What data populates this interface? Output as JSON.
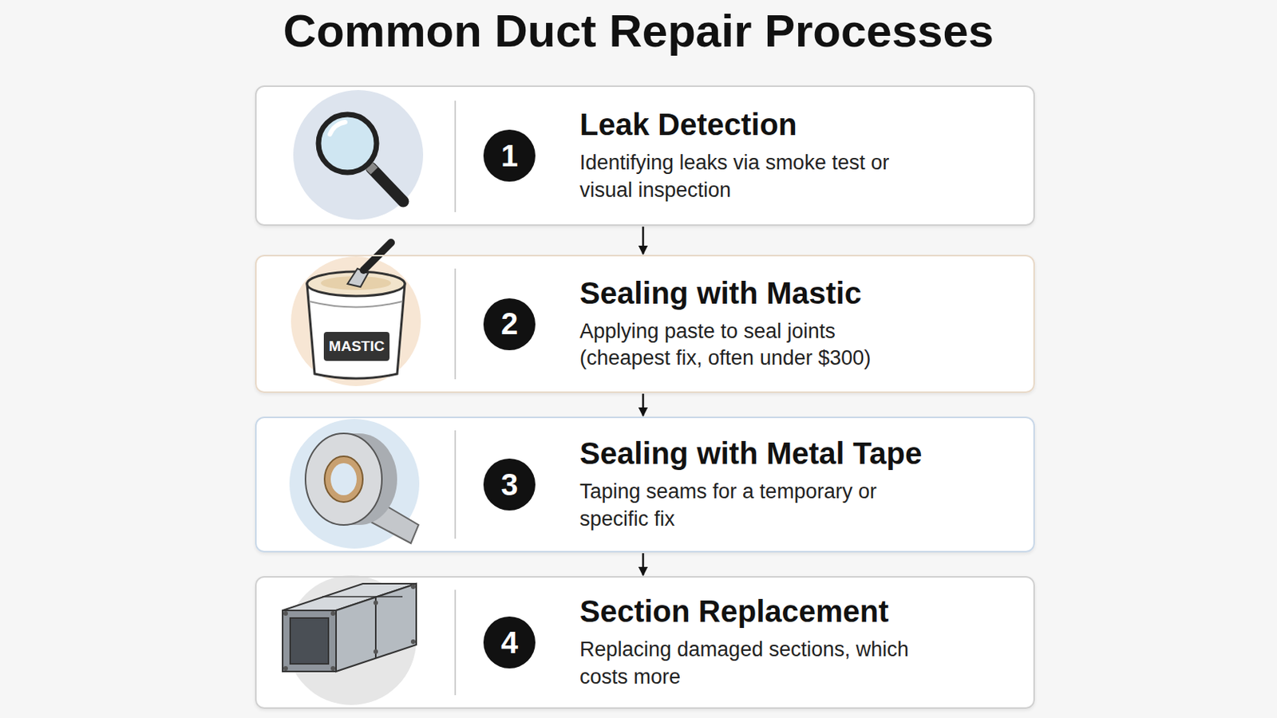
{
  "diagram": {
    "title": "Common Duct Repair Processes",
    "nodes": [
      {
        "text": [
          "1",
          "Leak Detection",
          "Identifying leaks via smoke test or visual inspection"
        ]
      },
      {
        "text": [
          "2",
          "Sealing with Mastic",
          "Applying paste to seal joints (cheapest fix, often under $300)"
        ]
      },
      {
        "text": [
          "3",
          "Sealing with Metal Tape",
          "Taping seams for a temporary or specific fix"
        ]
      },
      {
        "text": [
          "4",
          "Section Replacement",
          "Replacing damaged sections, which costs more"
        ]
      }
    ],
    "edges": [
      {
        "from": 0,
        "to": 1,
        "arrow": "to"
      },
      {
        "from": 1,
        "to": 2,
        "arrow": "to"
      },
      {
        "from": 2,
        "to": 3,
        "arrow": "to"
      }
    ],
    "labels": [
      "MASTIC"
    ]
  }
}
